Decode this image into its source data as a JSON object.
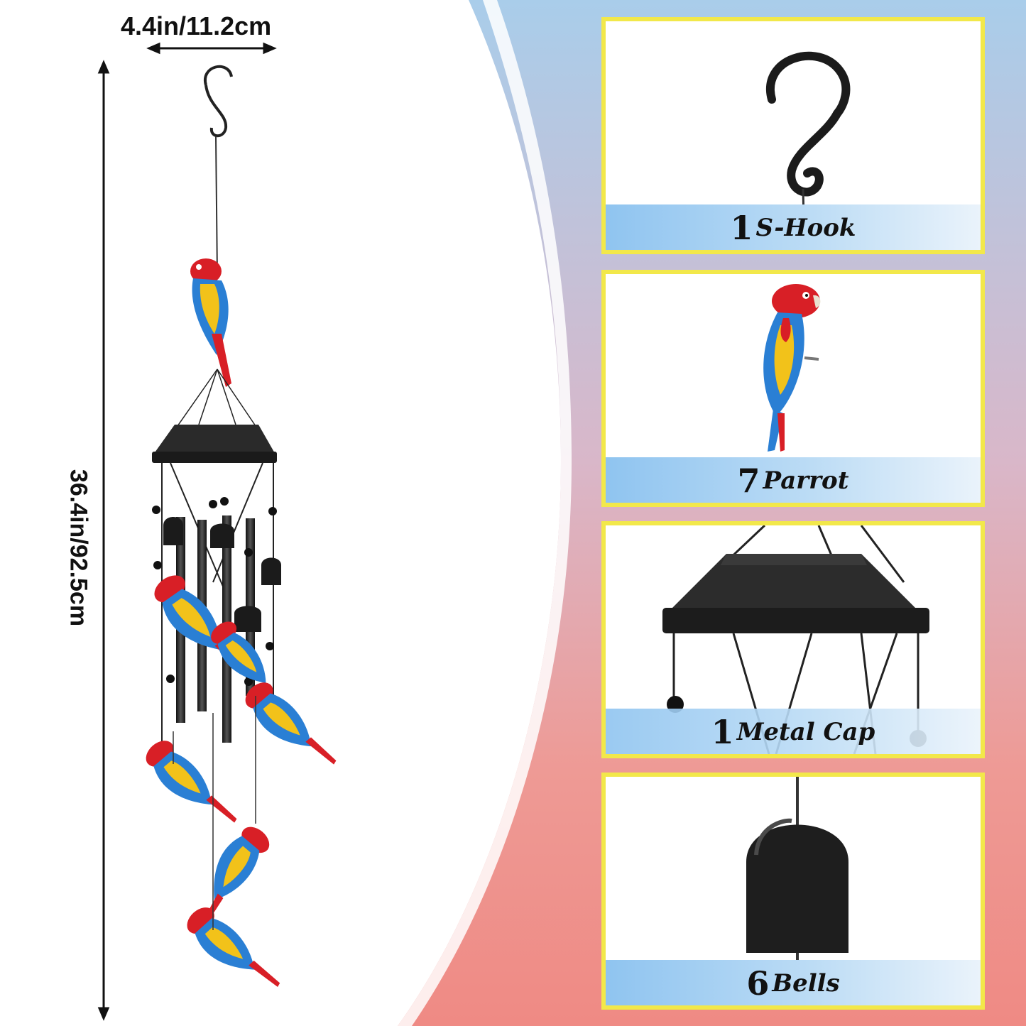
{
  "dimensions": {
    "width": "4.4in/11.2cm",
    "height": "36.4in/92.5cm"
  },
  "panels": [
    {
      "count": "1",
      "label": "S-Hook",
      "icon": "s-hook-icon"
    },
    {
      "count": "7",
      "label": "Parrot",
      "icon": "parrot-icon"
    },
    {
      "count": "1",
      "label": "Metal Cap",
      "icon": "metal-cap-icon"
    },
    {
      "count": "6",
      "label": "Bells",
      "icon": "bell-icon"
    }
  ],
  "colors": {
    "panel_border": "#f2e84a",
    "band": "#8fc4f0",
    "background_top": "#a9cdea",
    "background_bottom": "#ef8d86"
  }
}
